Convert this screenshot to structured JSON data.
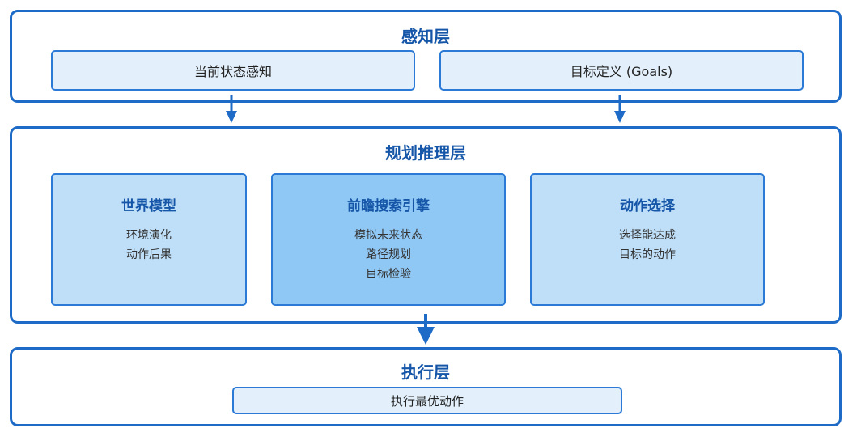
{
  "perception": {
    "title": "感知层",
    "current_state": "当前状态感知",
    "goals": "目标定义 (Goals)"
  },
  "planning": {
    "title": "规划推理层",
    "modules": [
      {
        "title": "世界模型",
        "lines": [
          "环境演化",
          "动作后果"
        ]
      },
      {
        "title": "前瞻搜索引擎",
        "lines": [
          "模拟未来状态",
          "路径规划",
          "目标检验"
        ]
      },
      {
        "title": "动作选择",
        "lines": [
          "选择能达成",
          "目标的动作"
        ]
      }
    ]
  },
  "execution": {
    "title": "执行层",
    "action": "执行最优动作"
  },
  "colors": {
    "border": "#1d6bc6",
    "title": "#1556a8",
    "pill_fill": "#e3f0fc",
    "module_fill": "#bfdff8",
    "module_highlight_fill": "#90c8f5"
  }
}
